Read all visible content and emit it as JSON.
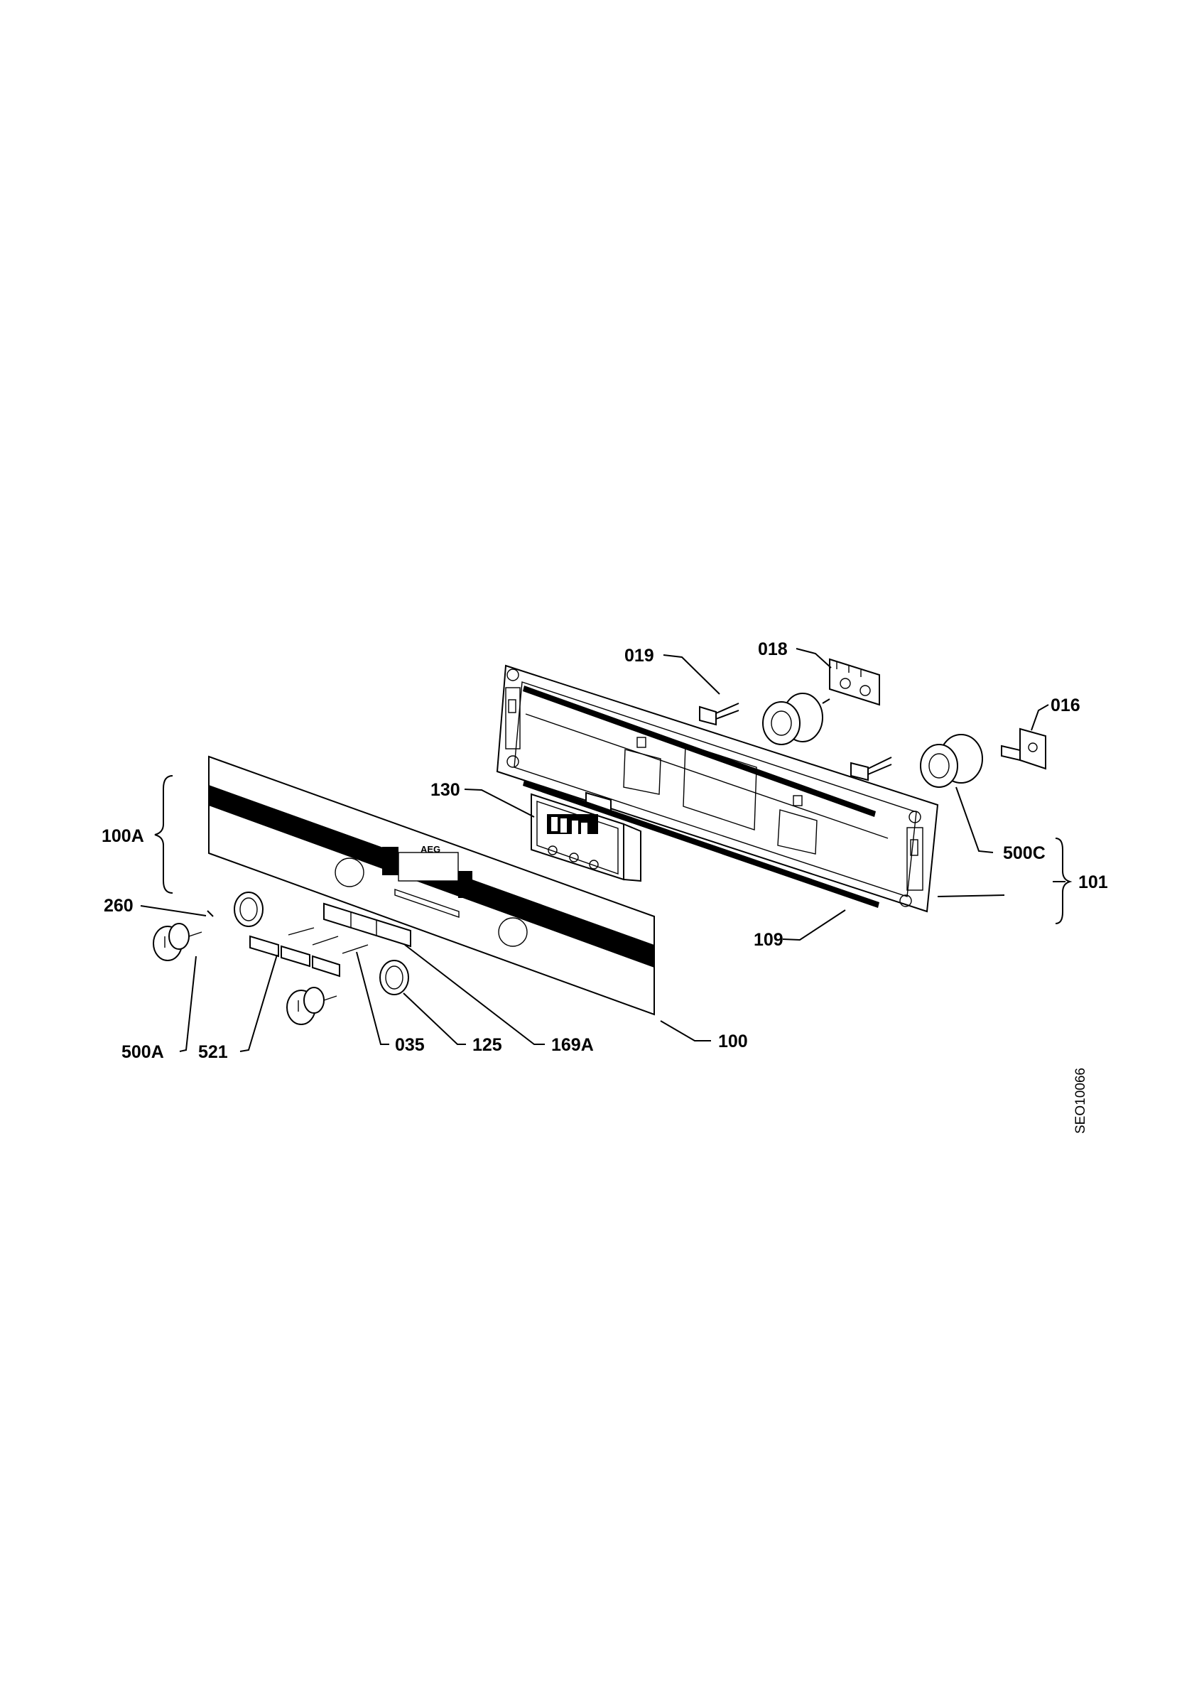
{
  "diagram": {
    "brand_logo": "AEG",
    "drawing_code": "SEO10066",
    "callouts": {
      "p019": "019",
      "p018": "018",
      "p016": "016",
      "p130": "130",
      "p100A": "100A",
      "p500C": "500C",
      "p101": "101",
      "p260": "260",
      "p109": "109",
      "p100": "100",
      "p500A": "500A",
      "p521": "521",
      "p035": "035",
      "p125": "125",
      "p169A": "169A"
    }
  }
}
